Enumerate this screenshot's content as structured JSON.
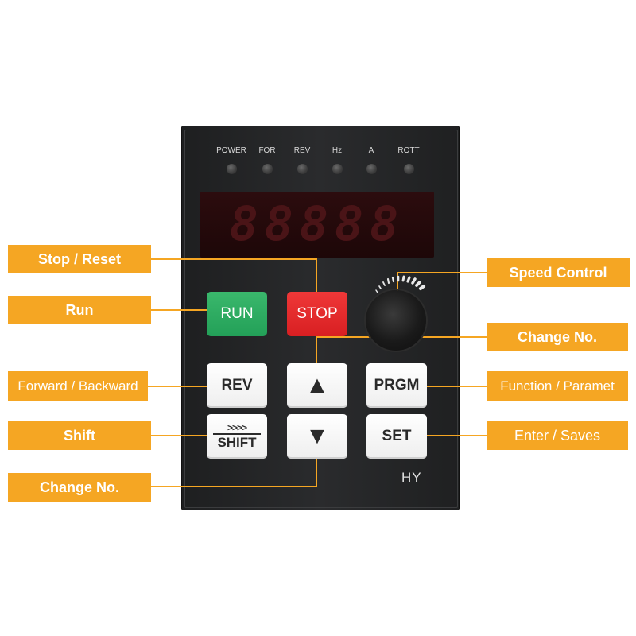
{
  "indicators": [
    {
      "label": "POWER"
    },
    {
      "label": "FOR"
    },
    {
      "label": "REV"
    },
    {
      "label": "Hz"
    },
    {
      "label": "A"
    },
    {
      "label": "ROTT"
    }
  ],
  "display": {
    "digits": "88888"
  },
  "keys": {
    "run": "RUN",
    "stop": "STOP",
    "rev": "REV",
    "prgm": "PRGM",
    "shift_arrows": ">>>>",
    "shift": "SHIFT",
    "set": "SET",
    "up_arrow": "▲",
    "down_arrow": "▼"
  },
  "brand": "HY",
  "callouts": {
    "stop_reset": "Stop / Reset",
    "run": "Run",
    "forward_backward": "Forward / Backward",
    "shift": "Shift",
    "change_no_bottom": "Change No.",
    "speed_control": "Speed Control",
    "change_no_top": "Change No.",
    "function_param": "Function / Paramet",
    "enter_saves": "Enter / Saves"
  },
  "colors": {
    "callout_bg": "#f5a623",
    "run_key": "#2aa85e",
    "stop_key": "#e02a2c",
    "panel": "#242527"
  },
  "icons": {
    "up": "triangle-up-icon",
    "down": "triangle-down-icon",
    "knob": "speed-knob-icon"
  }
}
